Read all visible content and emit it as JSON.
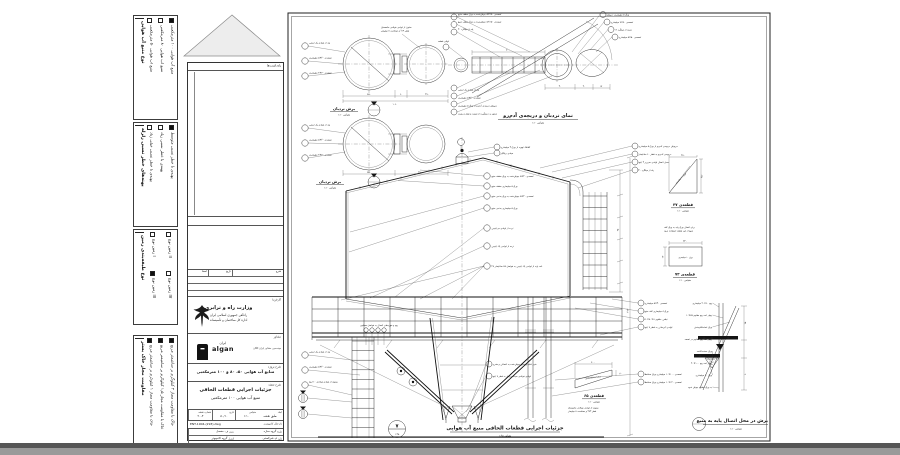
{
  "colors": {
    "line": "#222222",
    "bar_top": "#565656",
    "bar_bottom": "#9a9a9a",
    "triangle_fill": "#ededed"
  },
  "legend": {
    "type_box": {
      "title": "نوع منبع آب هوایی",
      "items": [
        {
          "label": "منبع آب هوایی ۵۰ مترمکعبی",
          "checked": false
        },
        {
          "label": "منبع آب هوایی ۸۰ مترمکعبی",
          "checked": false
        },
        {
          "label": "منبع آب هوایی ۱۰۰ مترمکعبی",
          "checked": true
        }
      ]
    },
    "seismic_box": {
      "title": "پهنه‌های خطر نسبی زلزله",
      "items": [
        {
          "label": "پهنه‌ی با خطر نسبی خیلی زیاد",
          "checked": false
        },
        {
          "label": "پهنه‌ی با خطر نسبی زیاد",
          "checked": false
        },
        {
          "label": "پهنه‌ی با خطر نسبی متوسط",
          "checked": true
        }
      ]
    },
    "soil_box": {
      "title": "نوع طبقه‌بندی زمین",
      "items": [
        {
          "label": "زمین نوع I",
          "checked": false
        },
        {
          "label": "زمین نوع II",
          "checked": false
        },
        {
          "label": "زمین نوع III",
          "checked": true
        },
        {
          "label": "زمین نوع IV",
          "checked": false
        }
      ]
    },
    "bearing_box": {
      "title": "مقاومت مجاز خاک بستر",
      "items": [
        {
          "label": "خاک با مقاومت مجاز ۱ کیلوگرم بر سانتیمتر مربع",
          "checked": true
        },
        {
          "label": "خاک با مقاومت مجاز ۱٫۵ کیلوگرم بر سانتیمتر مربع",
          "checked": true
        },
        {
          "label": "خاک با مقاومت مجاز ۲ کیلوگرم بر سانتیمتر مربع",
          "checked": true
        }
      ]
    }
  },
  "title_block": {
    "notes_header": "یادداشت‌ها",
    "rev": {
      "desc": "شرح",
      "date": "تاریخ",
      "sign": "امضا"
    },
    "client_label": "کارفرما",
    "client_name": "وزارت راه و ترابری",
    "client_sub1": "راه‌آهن جمهوری اسلامی ایران",
    "client_sub2": "اداره کل ساختمان و تأسیسات",
    "consultant_label": "مشاور",
    "consultant_fa": "ایران",
    "consultant_en": "algan",
    "consultant_side": "مهندسین مشاور ایران الگان",
    "project_label": "شرح پروژه",
    "project_name": "منابع آب هوایی ۵۰، ۸۰ و ۱۰۰ مترمکعبی",
    "drawing_label": "شرح نقشه",
    "drawing_line1": "جزئیات اجرایی قطعات الحاقی",
    "drawing_line2": "منبع آب هوایی ۱۰۰ مترمکعبی",
    "fields": {
      "dims_label": "ابعاد",
      "dims_value": "طبق نقشه",
      "scale_label": "مقیاس",
      "scale_value": "۱:۱۰",
      "date_label": "تاریخ",
      "date_value": "۸۰/۱۰",
      "no_label": "شماره نقشه",
      "no_value": "۲۰-۴",
      "file_label": "نام فایل کامپیوتری",
      "file_value": "ENT-1904-(293).dwg",
      "design_label": "طرح",
      "design_value": "گروه سازه",
      "draft_label": "رسم",
      "draft_value": "ف. مفصل",
      "check_label": "کنترل",
      "check_value": "گروه کامپیوتر",
      "approve_label": "تأیید",
      "approve_value": "م. شرکستی"
    }
  },
  "views": {
    "section_a": {
      "title": "برش نردبان",
      "scale": "مقیاس ۱:۱۰"
    },
    "section_b": {
      "title": "برش نردبان",
      "scale": "مقیاس ۱:۱۰"
    },
    "hatch": {
      "title": "نمای نردبان و دریچه‌ی آدم‌رو",
      "scale": "مقیاس ۱:۱۰"
    },
    "main": {
      "num": "۷",
      "bubble_scale": "۱:۲۵",
      "title": "جزئیات اجرایی قطعات الحاقی منبع آب هوایی",
      "scale": "مقیاس ۱:۲۵"
    },
    "p47": {
      "title": "قطعه‌ی ۴۷",
      "scale": "مقیاس ۱:۱۰",
      "mat": "ورق ۱۰ میلیمتری",
      "note1": "برای اتصال ورق پایه به ورق کف",
      "note2": "منبع از این قطعه استفاده شود"
    },
    "p73": {
      "title": "قطعه‌ی ۷۳",
      "scale": "مقیاس ۱:۱۰",
      "mat": "ورق ۱۰ میلیمتری"
    },
    "p65": {
      "title": "قطعه‌ی ۶۵",
      "scale": "مقیاس ۱:۱۰",
      "mat": "ورق استحکام‌بخش",
      "note1": "ستون از لوله‌ی فولادی مانسمان",
      "note2": "قطر ۲۷۳ و ضخامت ۸ میلیمتر"
    },
    "base": {
      "title": "برش در محل اتصال پایه به منبع",
      "scale": "مقیاس ۱:۱۰"
    }
  },
  "callouts": {
    "pair": [
      "پله از لوله‌ی یک اینچی",
      "تسمه‌ی ۳۰×۵ میلیمتری",
      "تسمه‌ی ۴۰×۴ میلیمتری"
    ],
    "pair_note1": "ستون از لوله‌ی فولادی مانسمان",
    "pair_note2": "قطر ۲۱۹ و ضخامت ۸ میلیمتر",
    "hatch_tl": [
      "تسمه‌ی ۱۸۰×۵ جوش‌شده به ورق سقف منبع",
      "تسمه‌ی ۱۵۰×۵ جوش‌شده به ورق سقف منبع",
      "پله از میلگرد ۳۰"
    ],
    "hatch_tr": [
      "ورق ۵ میلیمتری درپوش",
      "تسمه‌ی ۴۰×۴ میلیمتری",
      "دسته از میلگرد ۱۶",
      "تسمه‌ی ۵۰×۵ میلیمتری"
    ],
    "hatch_bl": [
      "پله از لوله‌ی یک اینچی",
      "تسمه‌ی ۳۰×۵ میلیمتری",
      "درپوش دریچه‌ی آدم‌رو از ورق ۵ میلیمتری",
      "مجهز به دستگیره از تسمه و قفل و بست"
    ],
    "hinge": "لولای قطعه",
    "mid": [
      "تسمه‌ی ۳۰×۵ جوش‌شده به ورق سقف منبع",
      "ورق ۵ میلیمتری سقف منبع",
      "تسمه‌ی ۳۰×۵ جوش‌شده به ورق بدنه‌ی منبع",
      "ورق ۵ میلیمتری بدنه‌ی منبع",
      "نرده از لوله‌ی دو اینچی",
      "نرده از لوله‌ی یک اینچی",
      "۲۸ عدد پایه از لوله‌ی یک اینچی به فواصل ۴۵ سانتیمتر"
    ],
    "finial": [
      "کلاهک تهویه از ورق ۳ میلیمتری",
      "میله‌ی برقگیر"
    ],
    "right_top": [
      "درپوش دریچه‌ی آدم‌رو از ورق ۵ میلیمتری",
      "دریچه‌ی آدم‌رو به قطر ۶۰ سانتیمتر",
      "محل اتصال لوله‌ی سرریز ۳ اینچ",
      "پله از میلگرد ۲۰"
    ],
    "right_low": [
      "تسمه‌ی ۳۰×۵ میلیمتری",
      "ورق ۸ میلیمتری کف منبع",
      "نبشی حلقوی ۸×۸۰×۸۰",
      "لوله‌ی آبرسانی به قطر ۴ اینچ"
    ],
    "right_pipes": [
      "تسمه‌ی ۱۰۰×۱۰ میلیمتری ورق محافظ",
      "تسمه‌ی ۱۲۰×۱۰ میلیمتری ورق محافظ"
    ],
    "bottom_mid": [
      "شیر تخلیه‌ی منبع جوش‌شده به اتصالی و مغزی",
      "لوله‌ی فولادی سیاه درزدار به قطر ۴ اینچ"
    ],
    "pedestal": [
      "پله از لوله‌ی یک اینچی",
      "تسمه‌ی ۳۰×۵ میلیمتری",
      "ستون از لوله‌ی فولادی ۱۰ اینچ"
    ],
    "anchor_note": "پیچ و مهره‌های اتصال به فواصل مساوی",
    "base_labels": [
      "پیچ ۶۰×۲۰ میلیمتری",
      "چهار عدد پیچ مقاوم ۷۵×۱۰",
      "ورق استحکام‌بخش",
      "چهار عدد پیچ مقاوم در تسمه",
      "ورق سخت‌کننده",
      "چهار عدد پیچ ۱۰۰×۲۰",
      "ورق ۱۰ میلیمتری",
      "به ورق مقاوم جوش شود"
    ]
  },
  "dims": {
    "pair": [
      "۴۵۰",
      "۶۰",
      "۲۹۰",
      "۱۰۶۰"
    ],
    "hatch": [
      "۳۰۰",
      "۳۰",
      "۲۰",
      "۱۷"
    ],
    "ladder": "۴۵",
    "total": "۳۶۲۰",
    "p47_w": "۲۸۰",
    "p47_h": "۳۵۰",
    "p73_w": "۳۳۰",
    "p73_h": "۱۹۰",
    "p65_w": "۴۰۰",
    "p65_h": "۳۰",
    "base_a": "۴۵",
    "base_b": "۶۰"
  }
}
